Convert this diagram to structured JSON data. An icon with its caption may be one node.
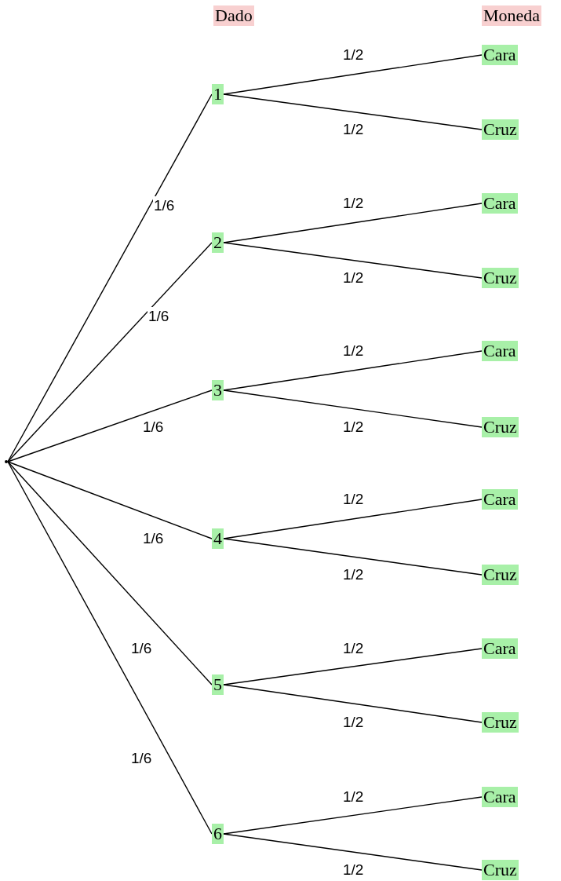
{
  "diagram": {
    "nodes": [
      {
        "text": [
          "Dado"
        ]
      },
      {
        "text": [
          "Moneda"
        ]
      },
      {
        "text": [],
        "shape": "point"
      },
      {
        "text": [
          "1"
        ]
      },
      {
        "text": [
          "Cara"
        ]
      },
      {
        "text": [
          "Cruz"
        ]
      },
      {
        "text": [
          "2"
        ]
      },
      {
        "text": [
          "Cara"
        ]
      },
      {
        "text": [
          "Cruz"
        ]
      },
      {
        "text": [
          "3"
        ]
      },
      {
        "text": [
          "Cara"
        ]
      },
      {
        "text": [
          "Cruz"
        ]
      },
      {
        "text": [
          "4"
        ]
      },
      {
        "text": [
          "Cara"
        ]
      },
      {
        "text": [
          "Cruz"
        ]
      },
      {
        "text": [
          "5"
        ]
      },
      {
        "text": [
          "Cara"
        ]
      },
      {
        "text": [
          "Cruz"
        ]
      },
      {
        "text": [
          "6"
        ]
      },
      {
        "text": [
          "Cara"
        ]
      },
      {
        "text": [
          "Cruz"
        ]
      }
    ],
    "edges": [
      {
        "from": 2,
        "to": 3,
        "arrow": "none",
        "label": "1/6"
      },
      {
        "from": 2,
        "to": 6,
        "arrow": "none",
        "label": "1/6"
      },
      {
        "from": 2,
        "to": 9,
        "arrow": "none",
        "label": "1/6"
      },
      {
        "from": 2,
        "to": 12,
        "arrow": "none",
        "label": "1/6"
      },
      {
        "from": 2,
        "to": 15,
        "arrow": "none",
        "label": "1/6"
      },
      {
        "from": 2,
        "to": 18,
        "arrow": "none",
        "label": "1/6"
      },
      {
        "from": 3,
        "to": 4,
        "arrow": "none",
        "label": "1/2"
      },
      {
        "from": 3,
        "to": 5,
        "arrow": "none",
        "label": "1/2"
      },
      {
        "from": 6,
        "to": 7,
        "arrow": "none",
        "label": "1/2"
      },
      {
        "from": 6,
        "to": 8,
        "arrow": "none",
        "label": "1/2"
      },
      {
        "from": 9,
        "to": 10,
        "arrow": "none",
        "label": "1/2"
      },
      {
        "from": 9,
        "to": 11,
        "arrow": "none",
        "label": "1/2"
      },
      {
        "from": 12,
        "to": 13,
        "arrow": "none",
        "label": "1/2"
      },
      {
        "from": 12,
        "to": 14,
        "arrow": "none",
        "label": "1/2"
      },
      {
        "from": 15,
        "to": 16,
        "arrow": "none",
        "label": "1/2"
      },
      {
        "from": 15,
        "to": 17,
        "arrow": "none",
        "label": "1/2"
      },
      {
        "from": 18,
        "to": 19,
        "arrow": "none",
        "label": "1/2"
      },
      {
        "from": 18,
        "to": 20,
        "arrow": "none",
        "label": "1/2"
      }
    ]
  }
}
